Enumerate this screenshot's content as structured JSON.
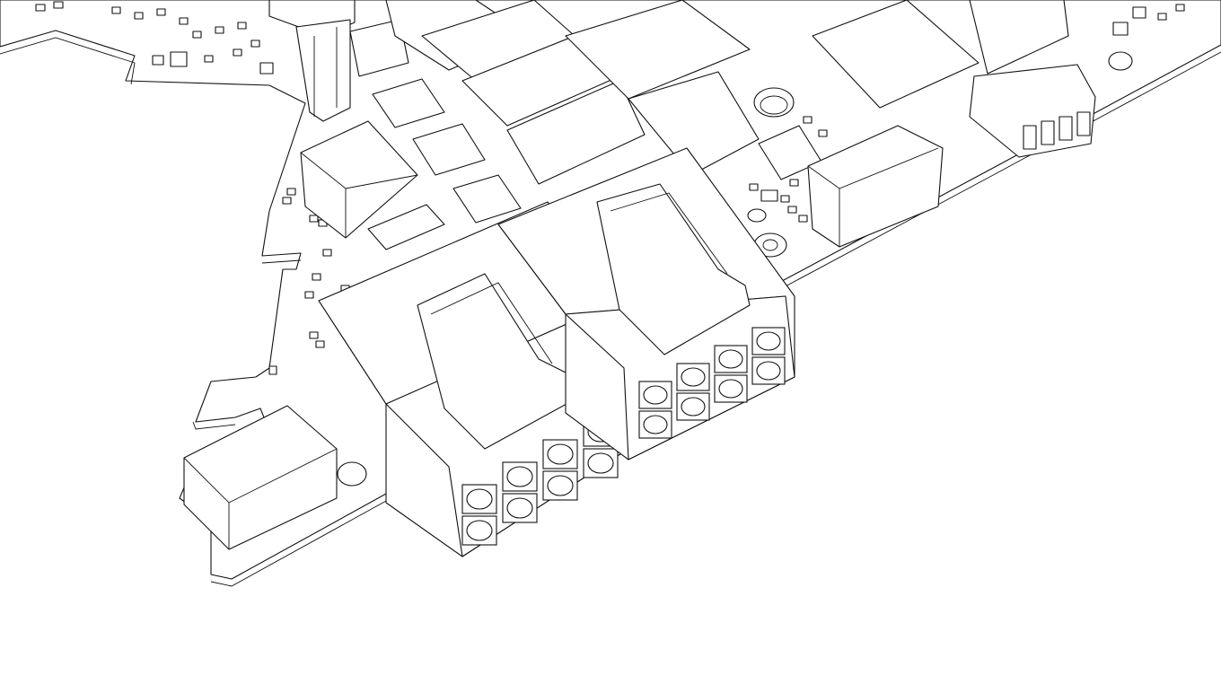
{
  "view": {
    "background": "#ffffff",
    "line_color": "#111111",
    "style": "hidden-line wireframe, isometric view"
  },
  "board": {
    "name": "printed-circuit-board"
  },
  "parts": {
    "power_connectors": [
      {
        "name": "8-pin-power-connector-left",
        "pin_rows": 2,
        "pin_cols": 4
      },
      {
        "name": "8-pin-power-connector-right",
        "pin_rows": 2,
        "pin_cols": 4
      }
    ],
    "mounting_holes": 5,
    "inductor_blocks": 6,
    "ic_packages": 6
  }
}
